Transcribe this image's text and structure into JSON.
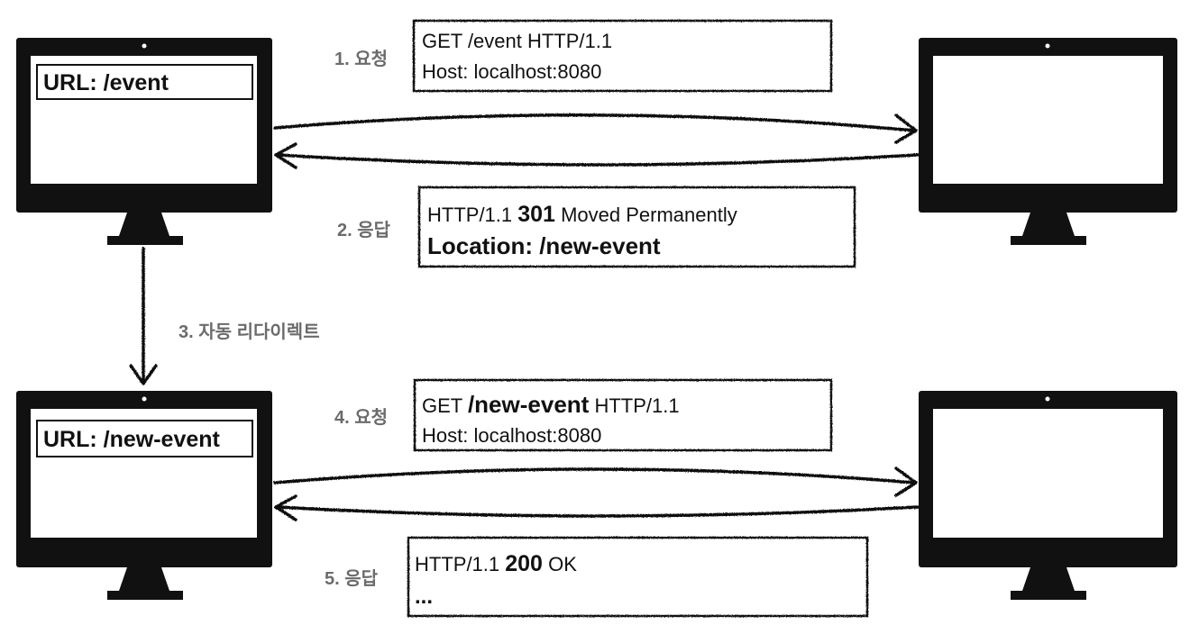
{
  "colors": {
    "ink": "#111111",
    "step_label": "#6b6b6b",
    "background": "#ffffff"
  },
  "icons": [
    "computer-monitor-icon",
    "arrow-right-icon",
    "arrow-left-icon",
    "arrow-down-icon"
  ],
  "browser_top": {
    "url_text": "URL: /event"
  },
  "browser_bottom": {
    "url_text": "URL: /new-event"
  },
  "steps": {
    "s1": "1. 요청",
    "s2": "2. 응답",
    "s3": "3. 자동 리다이렉트",
    "s4": "4. 요청",
    "s5": "5. 응답"
  },
  "request1": {
    "line1_a": "GET /event HTTP/1.1",
    "line2": "Host: localhost:8080"
  },
  "response1": {
    "line1_a": "HTTP/1.1 ",
    "line1_b": "301",
    "line1_c": " Moved Permanently",
    "line2": "Location: /new-event"
  },
  "request2": {
    "line1_a": "GET ",
    "line1_b": "/new-event",
    "line1_c": " HTTP/1.1",
    "line2": "Host: localhost:8080"
  },
  "response2": {
    "line1_a": "HTTP/1.1 ",
    "line1_b": "200",
    "line1_c": " OK",
    "line2": "..."
  }
}
